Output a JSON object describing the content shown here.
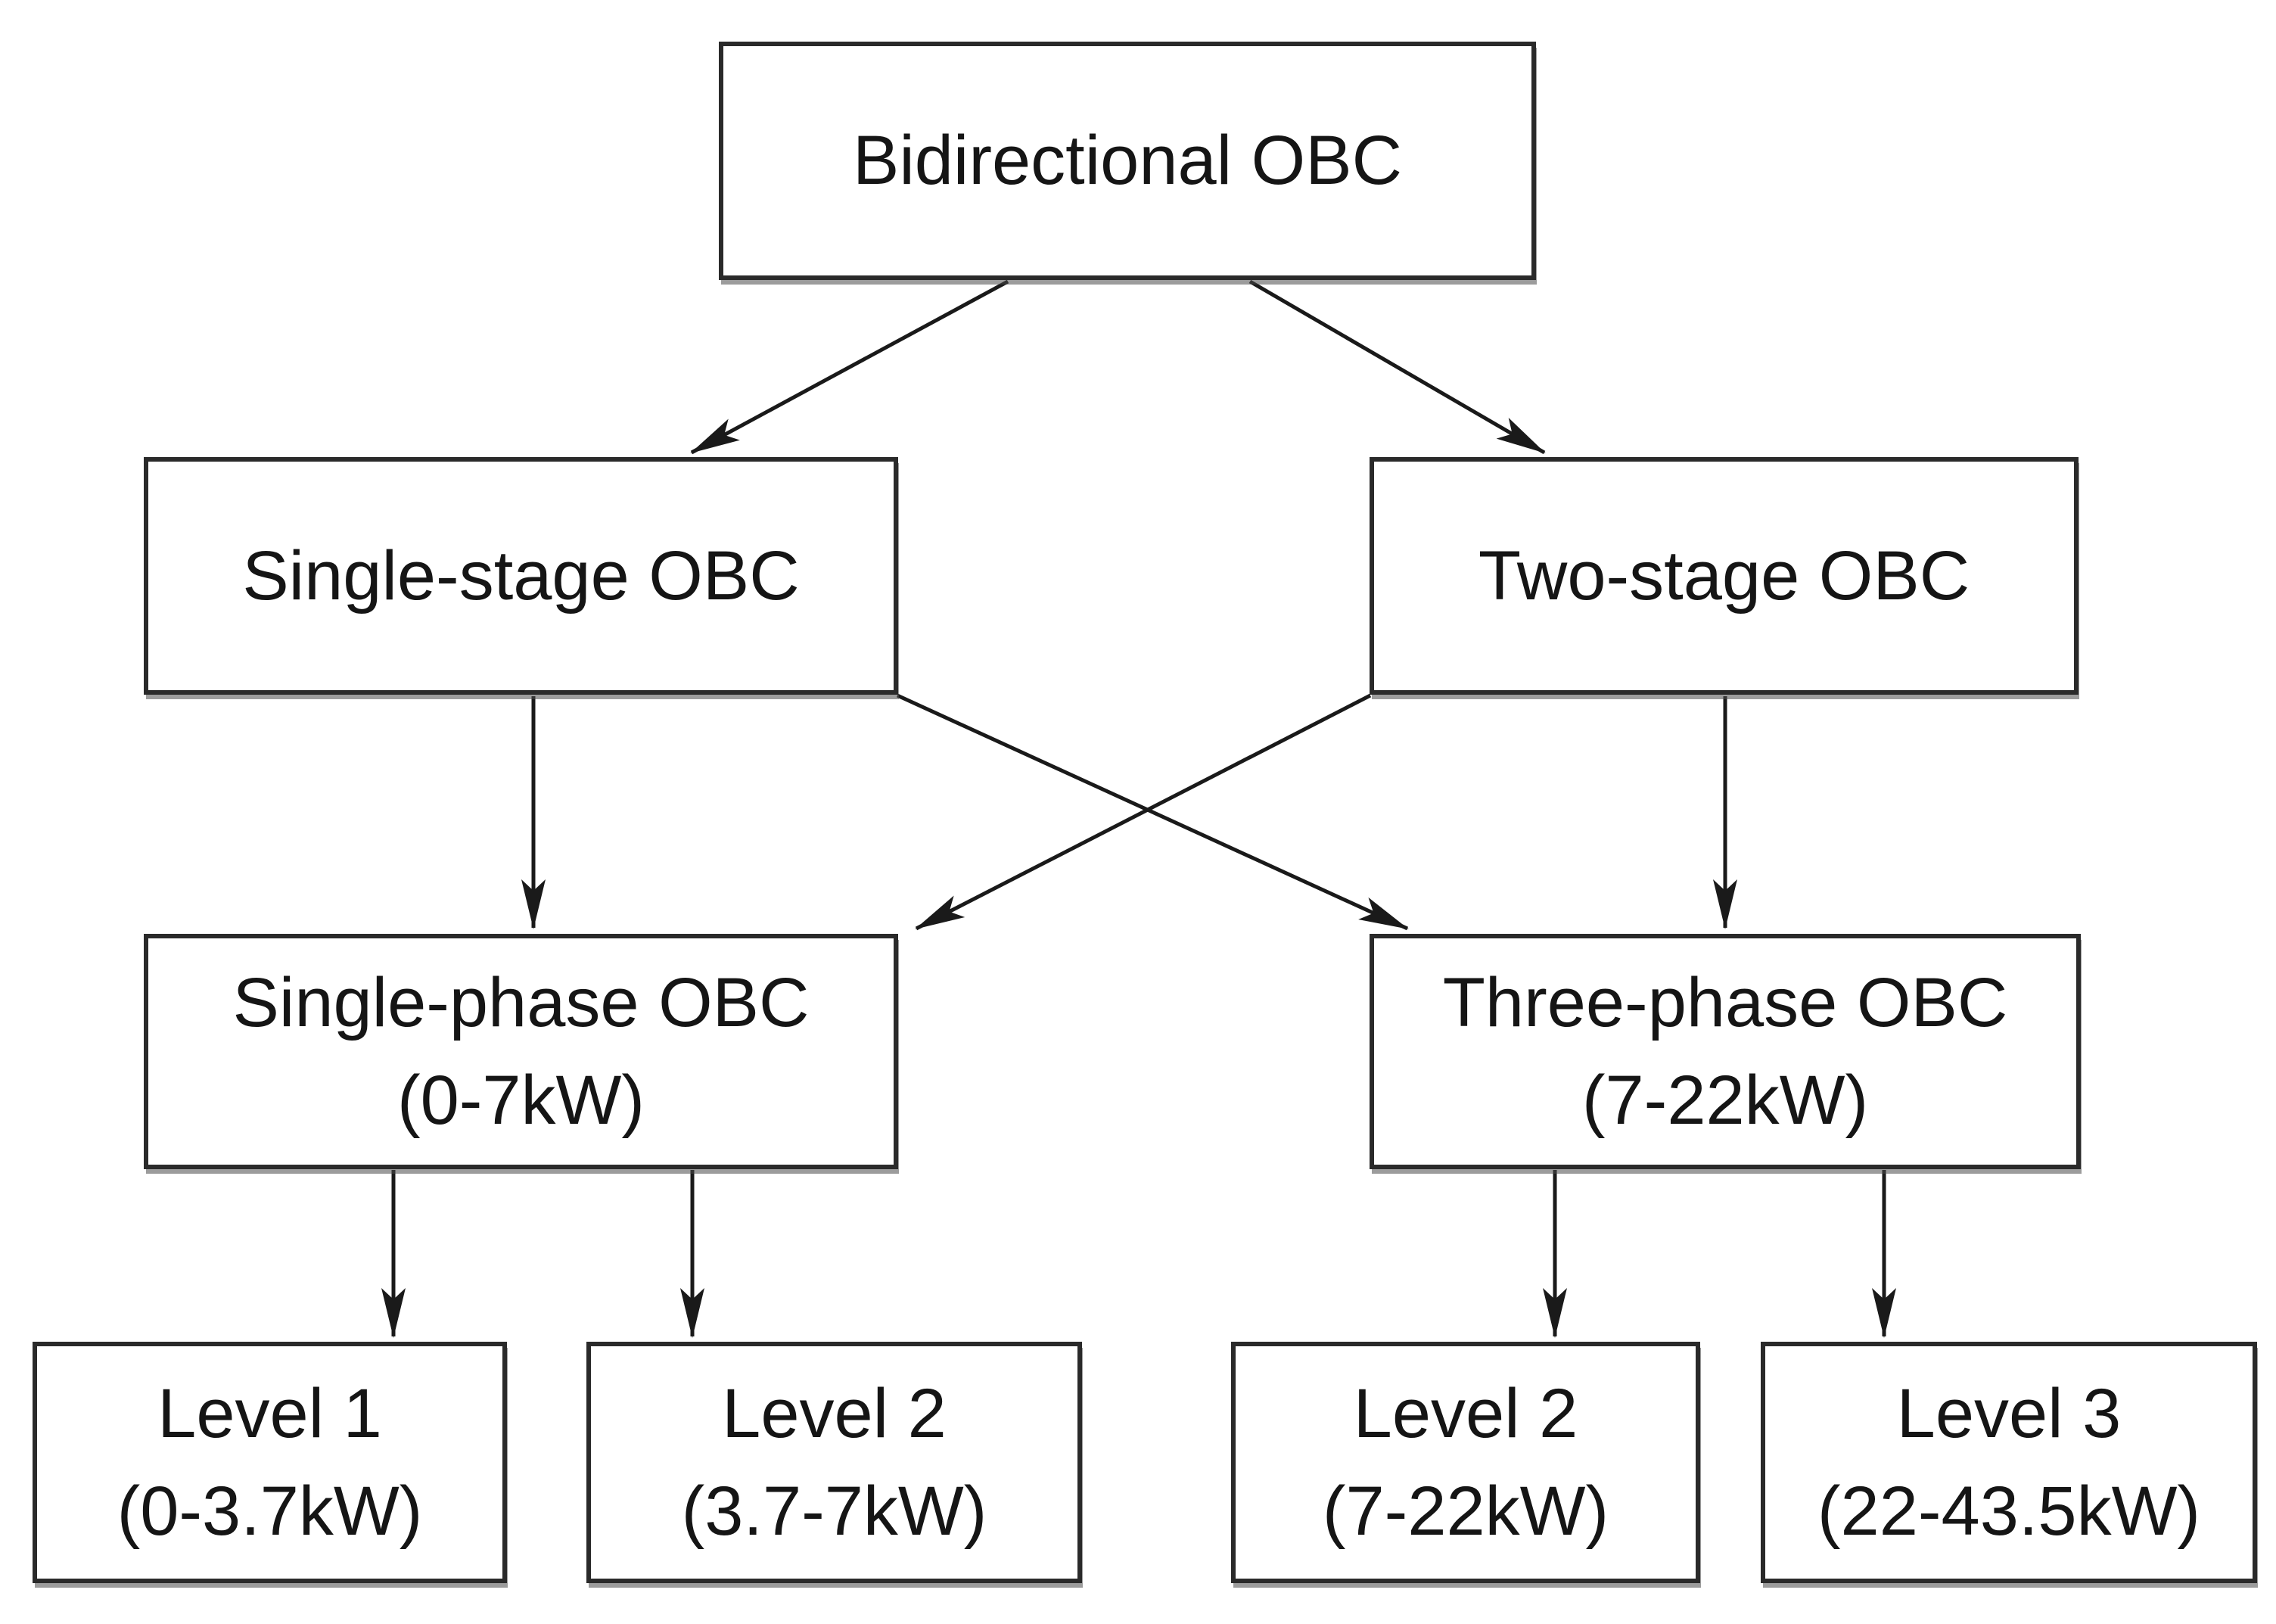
{
  "nodes": {
    "bidirectional": {
      "line1": "Bidirectional OBC",
      "line2": ""
    },
    "single_stage": {
      "line1": "Single-stage OBC",
      "line2": ""
    },
    "two_stage": {
      "line1": "Two-stage OBC",
      "line2": ""
    },
    "single_phase": {
      "line1": "Single-phase OBC",
      "line2": "(0-7kW)"
    },
    "three_phase": {
      "line1": "Three-phase OBC",
      "line2": "(7-22kW)"
    },
    "level1": {
      "line1": "Level 1",
      "line2": "(0-3.7kW)"
    },
    "level2a": {
      "line1": "Level 2",
      "line2": "(3.7-7kW)"
    },
    "level2b": {
      "line1": "Level 2",
      "line2": "(7-22kW)"
    },
    "level3": {
      "line1": "Level 3",
      "line2": "(22-43.5kW)"
    }
  },
  "edges": [
    {
      "from": "bidirectional",
      "to": "single_stage"
    },
    {
      "from": "bidirectional",
      "to": "two_stage"
    },
    {
      "from": "single_stage",
      "to": "single_phase"
    },
    {
      "from": "single_stage",
      "to": "three_phase"
    },
    {
      "from": "two_stage",
      "to": "single_phase"
    },
    {
      "from": "two_stage",
      "to": "three_phase"
    },
    {
      "from": "single_phase",
      "to": "level1"
    },
    {
      "from": "single_phase",
      "to": "level2a"
    },
    {
      "from": "three_phase",
      "to": "level2b"
    },
    {
      "from": "three_phase",
      "to": "level3"
    }
  ],
  "colors": {
    "background": "#ffffff",
    "box_border": "#2a2a2a",
    "text": "#151515",
    "arrow": "#1a1a1a"
  }
}
